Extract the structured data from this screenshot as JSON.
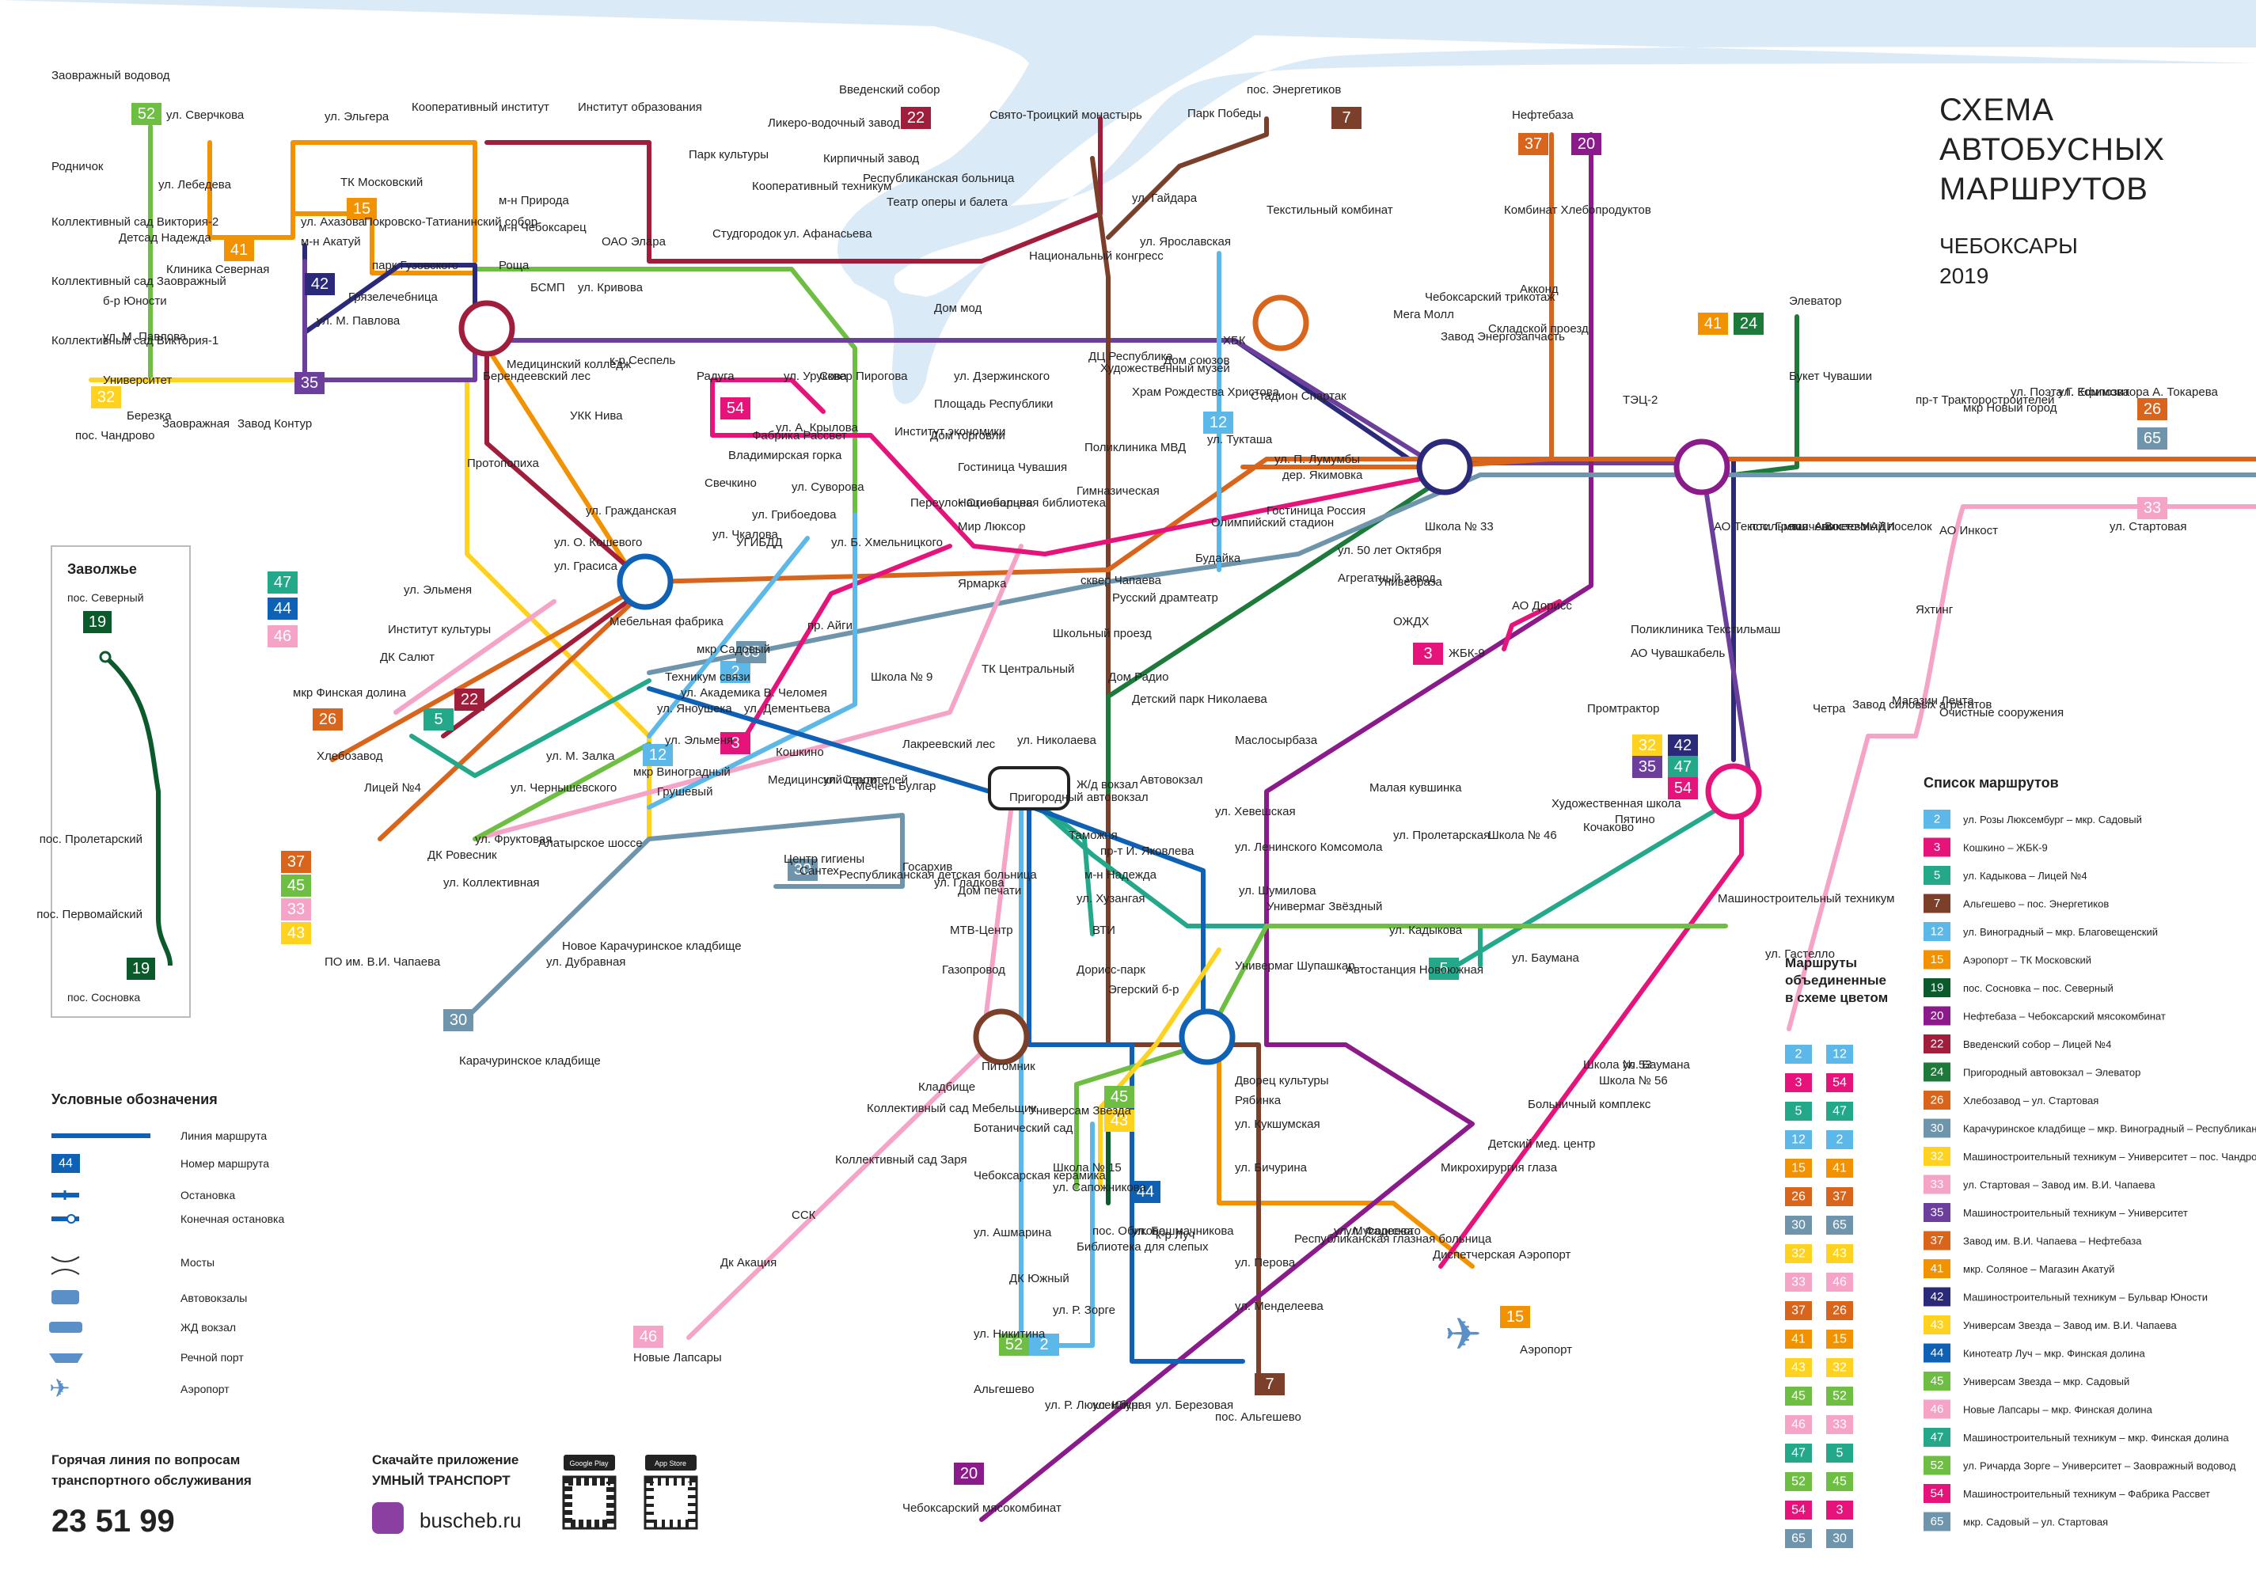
{
  "title": {
    "line1": "СХЕМА",
    "line2": "АВТОБУСНЫХ",
    "line3": "МАРШРУТОВ",
    "city": "ЧЕБОКСАРЫ",
    "year": "2019"
  },
  "colors": {
    "water": "#dbeaf7",
    "r2": "#5bb8e8",
    "r3": "#e6147a",
    "r5": "#23a88a",
    "r7": "#7b3f2a",
    "r12": "#5bb8e8",
    "r15": "#f39200",
    "r19": "#0b5a2c",
    "r20": "#8b1a8b",
    "r22": "#a01d3c",
    "r24": "#1d7a3a",
    "r26": "#d9651c",
    "r30": "#6f95ad",
    "r32": "#ffd21f",
    "r33": "#f5a3c7",
    "r35": "#6c3f9c",
    "r37": "#d9651c",
    "r41": "#f39200",
    "r42": "#2b2a7a",
    "r43": "#ffd21f",
    "r44": "#0e61b4",
    "r45": "#6fbe44",
    "r46": "#f5a3c7",
    "r47": "#23a88a",
    "r52": "#6fbe44",
    "r54": "#e6147a",
    "r65": "#6f95ad"
  },
  "zavolzhye": {
    "title": "Заволжье",
    "top_stop": "пос. Северный",
    "stop2": "пос. Пролетарский",
    "stop3": "пос. Первомайский",
    "bottom_stop": "пос. Сосновка",
    "route": "19"
  },
  "legend": {
    "title": "Условные обозначения",
    "items": [
      "Линия маршрута",
      "Номер маршрута",
      "Остановка",
      "Конечная остановка",
      "Мосты",
      "Автовокзалы",
      "ЖД вокзал",
      "Речной порт",
      "Аэропорт"
    ],
    "badge": "44"
  },
  "hotline": {
    "text1": "Горячая линия по вопросам",
    "text2": "транспортного обслуживания",
    "phone": "23 51 99"
  },
  "app": {
    "text1": "Скачайте приложение",
    "text2": "УМНЫЙ ТРАНСПОРТ",
    "site": "buscheb.ru",
    "google": "Google Play",
    "apple": "App Store"
  },
  "combined": {
    "title1": "Маршруты",
    "title2": "объединенные",
    "title3": "в схеме цветом",
    "pairs": [
      [
        "2",
        "12"
      ],
      [
        "3",
        "54"
      ],
      [
        "5",
        "47"
      ],
      [
        "12",
        "2"
      ],
      [
        "15",
        "41"
      ],
      [
        "26",
        "37"
      ],
      [
        "30",
        "65"
      ],
      [
        "32",
        "43"
      ],
      [
        "33",
        "46"
      ],
      [
        "37",
        "26"
      ],
      [
        "41",
        "15"
      ],
      [
        "43",
        "32"
      ],
      [
        "45",
        "52"
      ],
      [
        "46",
        "33"
      ],
      [
        "47",
        "5"
      ],
      [
        "52",
        "45"
      ],
      [
        "54",
        "3"
      ],
      [
        "65",
        "30"
      ]
    ]
  },
  "routes": {
    "title": "Список маршрутов",
    "items": [
      {
        "num": "2",
        "desc": "ул. Розы Люксембург – мкр. Садовый"
      },
      {
        "num": "3",
        "desc": "Кошкино – ЖБК-9"
      },
      {
        "num": "5",
        "desc": "ул. Кадыкова – Лицей №4"
      },
      {
        "num": "7",
        "desc": "Альгешево – пос. Энергетиков"
      },
      {
        "num": "12",
        "desc": "ул. Виноградный – мкр. Благовещенский"
      },
      {
        "num": "15",
        "desc": "Аэропорт – ТК Московский"
      },
      {
        "num": "19",
        "desc": "пос. Сосновка – пос. Северный"
      },
      {
        "num": "20",
        "desc": "Нефтебаза – Чебоксарский мясокомбинат"
      },
      {
        "num": "22",
        "desc": "Введенский собор – Лицей №4"
      },
      {
        "num": "24",
        "desc": "Пригородный автовокзал – Элеватор"
      },
      {
        "num": "26",
        "desc": "Хлебозавод – ул. Стартовая"
      },
      {
        "num": "30",
        "desc": "Карачуринское кладбище – мкр. Виноградный – Республиканская детская больница"
      },
      {
        "num": "32",
        "desc": "Машиностроительный техникум – Университет – пос. Чандрово"
      },
      {
        "num": "33",
        "desc": "ул. Стартовая – Завод им. В.И. Чапаева"
      },
      {
        "num": "35",
        "desc": "Машиностроительный техникум – Университет"
      },
      {
        "num": "37",
        "desc": "Завод им. В.И. Чапаева – Нефтебаза"
      },
      {
        "num": "41",
        "desc": "мкр. Соляное – Магазин Акатуй"
      },
      {
        "num": "42",
        "desc": "Машиностроительный техникум – Бульвар Юности"
      },
      {
        "num": "43",
        "desc": "Универсам Звезда – Завод им. В.И. Чапаева"
      },
      {
        "num": "44",
        "desc": "Кинотеатр Луч – мкр. Финская долина"
      },
      {
        "num": "45",
        "desc": "Универсам Звезда – мкр. Садовый"
      },
      {
        "num": "46",
        "desc": "Новые Лапсары – мкр. Финская долина"
      },
      {
        "num": "47",
        "desc": "Машиностроительный техникум – мкр. Финская долина"
      },
      {
        "num": "52",
        "desc": "ул. Ричарда Зорге – Университет – Заовражный водовод"
      },
      {
        "num": "54",
        "desc": "Машиностроительный техникум – Фабрика Рассвет"
      },
      {
        "num": "65",
        "desc": "мкр. Садовый – ул. Стартовая"
      }
    ]
  },
  "badges": [
    {
      "n": "52",
      "c": "r52"
    },
    {
      "n": "32",
      "c": "r32"
    },
    {
      "n": "41",
      "c": "r41"
    },
    {
      "n": "15",
      "c": "r15"
    },
    {
      "n": "42",
      "c": "r42"
    },
    {
      "n": "35",
      "c": "r35"
    },
    {
      "n": "22",
      "c": "r22"
    },
    {
      "n": "7",
      "c": "r7"
    },
    {
      "n": "37",
      "c": "r37"
    },
    {
      "n": "20",
      "c": "r20"
    },
    {
      "n": "41",
      "c": "r41"
    },
    {
      "n": "24",
      "c": "r24"
    },
    {
      "n": "26",
      "c": "r26"
    },
    {
      "n": "65",
      "c": "r65"
    },
    {
      "n": "33",
      "c": "r33"
    },
    {
      "n": "54",
      "c": "r54"
    },
    {
      "n": "12",
      "c": "r12"
    },
    {
      "n": "47",
      "c": "r47"
    },
    {
      "n": "44",
      "c": "r44"
    },
    {
      "n": "46",
      "c": "r46"
    },
    {
      "n": "26",
      "c": "r26"
    },
    {
      "n": "5",
      "c": "r5"
    },
    {
      "n": "22",
      "c": "r22"
    },
    {
      "n": "37",
      "c": "r37"
    },
    {
      "n": "45",
      "c": "r45"
    },
    {
      "n": "33",
      "c": "r33"
    },
    {
      "n": "43",
      "c": "r43"
    },
    {
      "n": "2",
      "c": "r2"
    },
    {
      "n": "65",
      "c": "r65"
    },
    {
      "n": "3",
      "c": "r3"
    },
    {
      "n": "12",
      "c": "r12"
    },
    {
      "n": "30",
      "c": "r30"
    },
    {
      "n": "30",
      "c": "r30"
    },
    {
      "n": "3",
      "c": "r3"
    },
    {
      "n": "32",
      "c": "r32"
    },
    {
      "n": "42",
      "c": "r42"
    },
    {
      "n": "35",
      "c": "r35"
    },
    {
      "n": "47",
      "c": "r47"
    },
    {
      "n": "54",
      "c": "r54"
    },
    {
      "n": "5",
      "c": "r5"
    },
    {
      "n": "45",
      "c": "r45"
    },
    {
      "n": "43",
      "c": "r43"
    },
    {
      "n": "44",
      "c": "r44"
    },
    {
      "n": "46",
      "c": "r46"
    },
    {
      "n": "52",
      "c": "r52"
    },
    {
      "n": "2",
      "c": "r2"
    },
    {
      "n": "7",
      "c": "r7"
    },
    {
      "n": "20",
      "c": "r20"
    },
    {
      "n": "15",
      "c": "r15"
    }
  ],
  "stops": [
    "Заовражный водовод",
    "Родничок",
    "Коллективный сад Виктория-2",
    "Коллективный сад Заовражный",
    "Коллективный сад Виктория-1",
    "Детсад Надежда",
    "Клиника Северная",
    "б-р Юности",
    "ул. М. Павлова",
    "Университет",
    "Березка",
    "Заовражная",
    "Завод Контур",
    "пос. Чандрово",
    "ул. Сверчкова",
    "ул. Лебедева",
    "ул. Эльгера",
    "Кооперативный институт",
    "Институт образования",
    "ТК Московский",
    "ул. Ахазова",
    "м-н Акатуй",
    "Покровско-Татианинский собор",
    "парк Гузовского",
    "Грязелечебница",
    "ул. М. Павлова",
    "м-н Природа",
    "м-н Чебоксарец",
    "Роща",
    "БСМП",
    "ул. Кривова",
    "Дом мод",
    "Парк культуры",
    "ОАО Элара",
    "Студгородок",
    "ул. Афанасьева",
    "Кооперативный техникум",
    "Кирпичный завод",
    "Ликеро-водочный завод",
    "Введенский собор",
    "Республиканская больница",
    "Театр оперы и балета",
    "Свято-Троицкий монастырь",
    "Национальный конгресс",
    "пос. Энергетиков",
    "Парк Победы",
    "ул. Гайдара",
    "Текстильный комбинат",
    "ул. Ярославская",
    "Нефтебаза",
    "Комбинат Хлебопродуктов",
    "Акконд",
    "Мега Молл",
    "Чебоксарский трикотаж",
    "Завод Энергозапчасть",
    "Складской проезд",
    "Элеватор",
    "Букет Чувашии",
    "пр-т Тракторостроителей",
    "мкр Новый город",
    "ул. Поэта Г. Ефимова",
    "ул. Композитора А. Токарева",
    "ТЭЦ-2",
    "АО Текстильмаш",
    "пос. Гремячево",
    "пос. Аникеево",
    "Восточный поселок",
    "МАДИ",
    "АО Инкост",
    "ул. Стартовая",
    "Яхтинг",
    "Очистные сооружения",
    "Медицинский колледж",
    "к-р Сеспель",
    "Радуга",
    "Сквер Пирогова",
    "ул. Урукова",
    "ул. А. Крылова",
    "Фабрика Рассвет",
    "УКК Нива",
    "ул. Дзержинского",
    "Площадь Республики",
    "Дом торговли",
    "Гостиница Чувашия",
    "Национальная библиотека",
    "Мир Люксор",
    "ДЦ Республика",
    "Художественный музей",
    "Дом союзов",
    "ХБК",
    "Стадион Спартак",
    "Храм Рождества Христова",
    "ул. Тукташа",
    "Поликлиника МВД",
    "Гимназическая",
    "Гостиница Россия",
    "Олимпийский стадион",
    "Будайка",
    "ул. П. Лумумбы",
    "дер. Якимовка",
    "Школа № 33",
    "ул. 50 лет Октября",
    "Агрегатный завод",
    "Унивебраза",
    "ОЖДХ",
    "Поликлиника Текстильмаш",
    "АО Чувашкабель",
    "АО Дорисс",
    "ЖБК-9",
    "Берендеевский лес",
    "Протопопиха",
    "ул. Гражданская",
    "ул. О. Кошевого",
    "ул. Грасиса",
    "ул. Эльменя",
    "Институт культуры",
    "ДК Салют",
    "Мебельная фабрика",
    "Техникум связи",
    "мкр Садовый",
    "ул. Яноушека",
    "ул. Академика В. Челомея",
    "ул. Эльменя",
    "ул. М. Залка",
    "мкр Виноградный",
    "ул. Чернышевского",
    "Лицей №4",
    "Хлебозавод",
    "ул. Фруктовая",
    "ДК Ровесник",
    "ул. Коллективная",
    "ПО им. В.И. Чапаева",
    "мкр Финская долина",
    "Алатырское шоссе",
    "Грушевый",
    "Новое Карачуринское кладбище",
    "ул. Дубравная",
    "Карачуринское кладбище",
    "Институт экономики",
    "Владимирская горка",
    "Свечкино",
    "ул. Суворова",
    "ул. Грибоедова",
    "УГИБДД",
    "ул. Чкалова",
    "ул. Б. Хмельницкого",
    "Переулок Огнеборцев",
    "пр. Айги",
    "ул. Дементьева",
    "Кошкино",
    "Школа № 9",
    "Лакреевский лес",
    "Ярмарка",
    "ТК Центральный",
    "ул. Николаева",
    "сквер Чапаева",
    "Русский драмтеатр",
    "Школьный проезд",
    "Дом Радио",
    "Детский парк Николаева",
    "Маслосырбаза",
    "Медицинский центр",
    "ул. Строителей",
    "Мечеть Булгар",
    "Центр гигиены",
    "Сантех",
    "Республиканская детская больница",
    "Пригородный автовокзал",
    "Ж/д вокзал",
    "Автовокзал",
    "ул. Хевешская",
    "Госархив",
    "ул. Гладкова",
    "Дом печати",
    "МТВ-Центр",
    "Газопровод",
    "Таможня",
    "пр-т И. Яковлева",
    "м-н Надежда",
    "ул. Хузангая",
    "ВТИ",
    "Дорисс-парк",
    "Эгерский б-р",
    "ул. Ленинского Комсомола",
    "ул. Шумилова",
    "Универмаг Звёздный",
    "Универмаг Шупашкар",
    "Автостанция Новоюжная",
    "ул. Кадыкова",
    "ул. Баумана",
    "Малая кувшинка",
    "ул. Пролетарская",
    "Школа № 46",
    "Художественная школа",
    "Кочаково",
    "Пятино",
    "Машиностроительный техникум",
    "Промтрактор",
    "Четра",
    "Завод силовых агрегатов",
    "Магазин Лента",
    "ул. Гастелло",
    "Школа № 53",
    "ул. Баумана",
    "Школа № 56",
    "Больничный комплекс",
    "Детский мед. центр",
    "Микрохирургия глаза",
    "Дворец культуры",
    "Рябинка",
    "ул. Кукшумская",
    "ул. Бичурина",
    "Питомник",
    "Кладбище",
    "Коллективный сад Мебельщик",
    "Ботанический сад",
    "Коллективный сад Заря",
    "Чебоксарская керамика",
    "ССК",
    "Дк Акация",
    "Новые Лапсары",
    "ул. Ашмарина",
    "Универсам Звезда",
    "Школа № 15",
    "ул. Сапожникова",
    "пос. Обиково",
    "ул. Башмачникова",
    "к-р Луч",
    "Библиотека для слепых",
    "ДК Южный",
    "ул. Р. Зорге",
    "ул. Никитина",
    "Альгешево",
    "ул. Р. Люксембург",
    "ул. Южная",
    "ул. Березовая",
    "пос. Альгешево",
    "ул. Перова",
    "ул. Менделеева",
    "Республиканская глазная больница",
    "ул. Мусоргского",
    "ул. Фадеева",
    "Диспетчерская Аэропорт",
    "Аэропорт",
    "Чебоксарский мясокомбинат"
  ]
}
